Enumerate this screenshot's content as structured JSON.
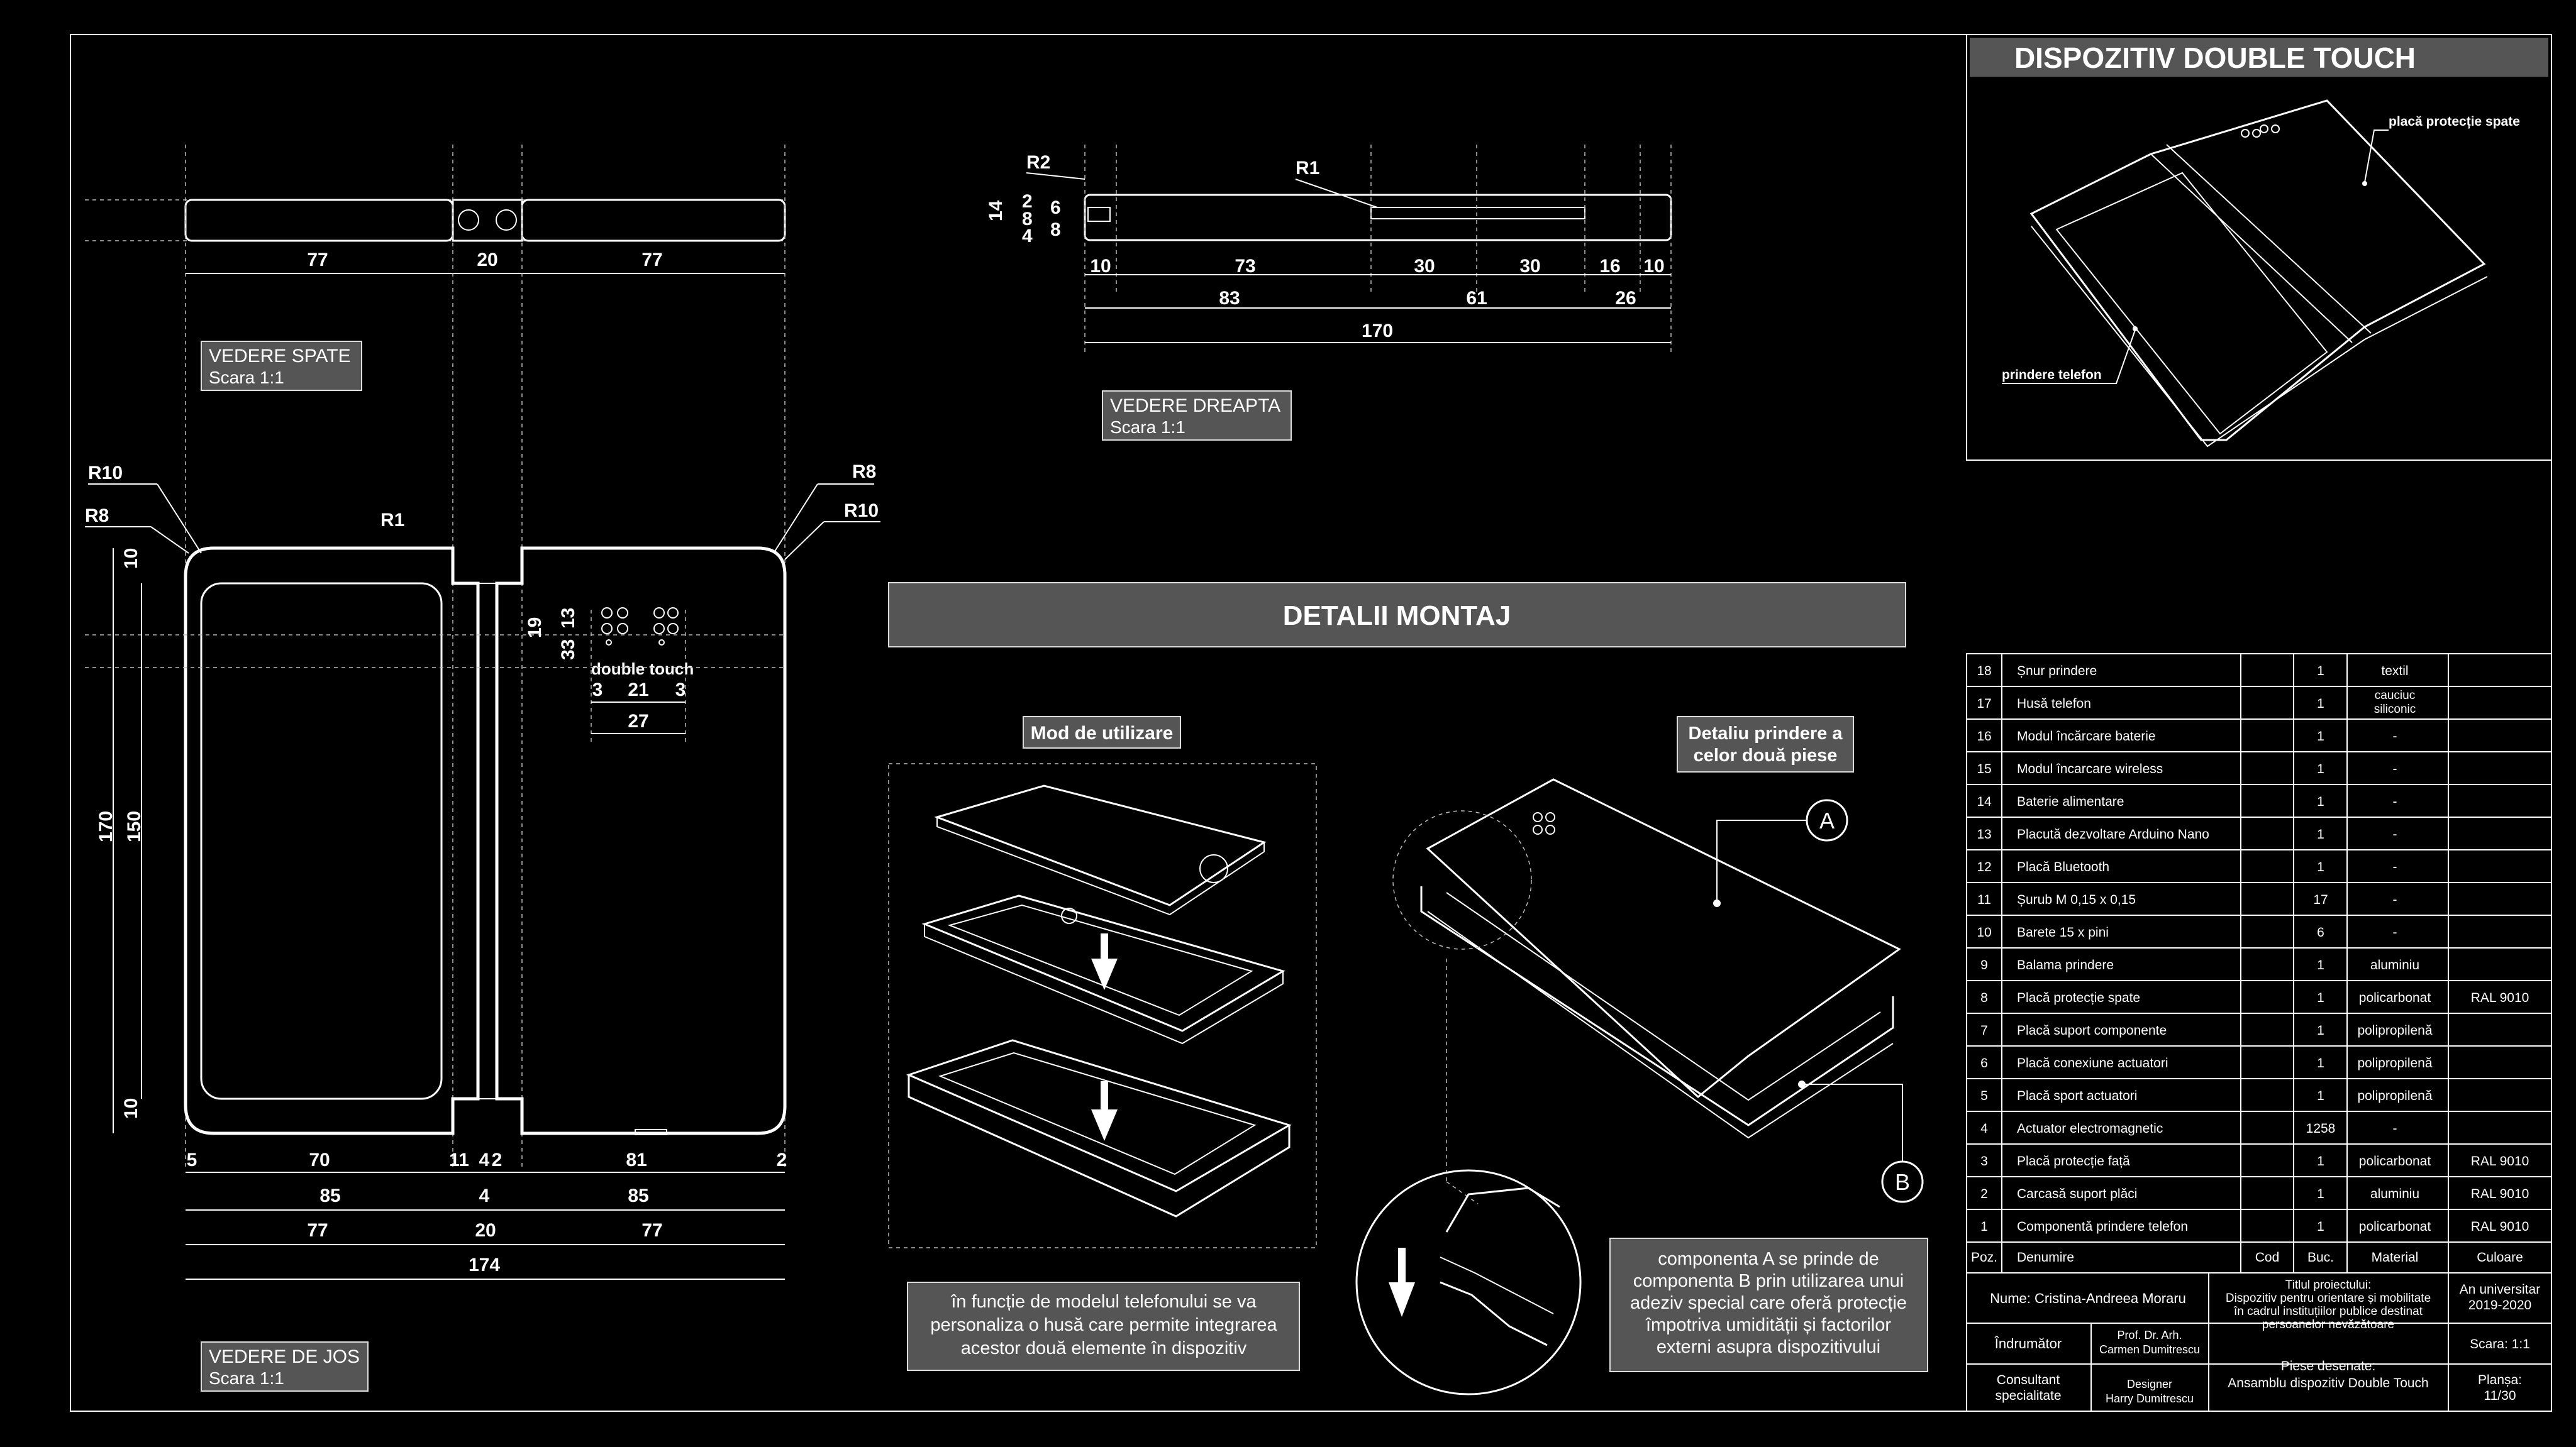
{
  "title_block": {
    "header": "DISPOZITIV DOUBLE TOUCH",
    "iso_labels": {
      "back_plate": "placă protecție spate",
      "phone_mount": "prindere telefon"
    }
  },
  "views": {
    "back_view": {
      "name": "VEDERE SPATE",
      "scale": "Scara 1:1"
    },
    "right_view": {
      "name": "VEDERE DREAPTA",
      "scale": "Scara 1:1"
    },
    "bottom_view": {
      "name": "VEDERE DE JOS",
      "scale": "Scara 1:1"
    }
  },
  "dimensions": {
    "back_top": [
      "77",
      "20",
      "77"
    ],
    "right_r1": "R1",
    "right_r2": "R2",
    "right_vert": [
      "14",
      "4",
      "8",
      "2",
      "8",
      "6"
    ],
    "right_row1": [
      "10",
      "73",
      "30",
      "30",
      "16",
      "10"
    ],
    "right_row2": [
      "83",
      "61",
      "26"
    ],
    "right_total": "170",
    "front_radii": {
      "r10_left": "R10",
      "r8_left": "R8",
      "r1": "R1",
      "r8_right": "R8",
      "r10_right": "R10"
    },
    "front_vert": {
      "v10_top": "10",
      "v170": "170",
      "v150": "150",
      "v10_bottom": "10"
    },
    "logo_dims": {
      "v19": "19",
      "v13": "13",
      "v33": "33",
      "h3a": "3",
      "h21": "21",
      "h3b": "3",
      "h27": "27"
    },
    "logo_text": "double touch",
    "bottom_row1": [
      "5",
      "70",
      "11",
      "4",
      "2",
      "81",
      "2"
    ],
    "bottom_row2": [
      "85",
      "4",
      "85"
    ],
    "bottom_row3": [
      "77",
      "20",
      "77"
    ],
    "bottom_total": "174"
  },
  "montaj": {
    "title": "DETALII MONTAJ",
    "usage_title": "Mod de utilizare",
    "detail_title_1": "Detaliu prindere a",
    "detail_title_2": "celor două piese",
    "callout_a": "A",
    "callout_b": "B",
    "usage_note": [
      "în funcție de modelul telefonului se va",
      "personaliza o husă care permite integrarea",
      "acestor două elemente în dispozitiv"
    ],
    "detail_note": [
      "componenta A se prinde de",
      "componenta B prin utilizarea unui",
      "adeziv special care oferă protecție",
      "împotriva umidității și factorilor",
      "externi asupra dispozitivului"
    ]
  },
  "parts_table": {
    "headers": {
      "poz": "Poz.",
      "name": "Denumire",
      "cod": "Cod",
      "buc": "Buc.",
      "material": "Material",
      "color": "Culoare"
    },
    "rows": [
      {
        "poz": "18",
        "name": "Șnur prindere",
        "buc": "1",
        "material": "textil",
        "color": ""
      },
      {
        "poz": "17",
        "name": "Husă telefon",
        "buc": "1",
        "material": "cauciuc siliconic",
        "color": ""
      },
      {
        "poz": "16",
        "name": "Modul încărcare baterie",
        "buc": "1",
        "material": "-",
        "color": ""
      },
      {
        "poz": "15",
        "name": "Modul încarcare wireless",
        "buc": "1",
        "material": "-",
        "color": ""
      },
      {
        "poz": "14",
        "name": "Baterie alimentare",
        "buc": "1",
        "material": "-",
        "color": ""
      },
      {
        "poz": "13",
        "name": "Placută dezvoltare Arduino Nano",
        "buc": "1",
        "material": "-",
        "color": ""
      },
      {
        "poz": "12",
        "name": "Placă Bluetooth",
        "buc": "1",
        "material": "-",
        "color": ""
      },
      {
        "poz": "11",
        "name": "Șurub M 0,15 x 0,15",
        "buc": "17",
        "material": "-",
        "color": ""
      },
      {
        "poz": "10",
        "name": "Barete 15 x pini",
        "buc": "6",
        "material": "-",
        "color": ""
      },
      {
        "poz": "9",
        "name": "Balama prindere",
        "buc": "1",
        "material": "aluminiu",
        "color": ""
      },
      {
        "poz": "8",
        "name": "Placă protecție spate",
        "buc": "1",
        "material": "policarbonat",
        "color": "RAL 9010"
      },
      {
        "poz": "7",
        "name": "Placă suport componente",
        "buc": "1",
        "material": "polipropilenă",
        "color": ""
      },
      {
        "poz": "6",
        "name": "Placă conexiune actuatori",
        "buc": "1",
        "material": "polipropilenă",
        "color": ""
      },
      {
        "poz": "5",
        "name": "Placă sport actuatori",
        "buc": "1",
        "material": "polipropilenă",
        "color": ""
      },
      {
        "poz": "4",
        "name": "Actuator electromagnetic",
        "buc": "1258",
        "material": "-",
        "color": ""
      },
      {
        "poz": "3",
        "name": "Placă protecție față",
        "buc": "1",
        "material": "policarbonat",
        "color": "RAL 9010"
      },
      {
        "poz": "2",
        "name": "Carcasă suport plăci",
        "buc": "1",
        "material": "aluminiu",
        "color": "RAL 9010"
      },
      {
        "poz": "1",
        "name": "Componentă prindere telefon",
        "buc": "1",
        "material": "policarbonat",
        "color": "RAL 9010"
      }
    ]
  },
  "info_block": {
    "author": "Nume: Cristina-Andreea Moraru",
    "project_title_label": "Titlul proiectului:",
    "project_title": [
      "Dispozitiv pentru orientare și mobilitate",
      "în cadrul instituțiilor publice destinat",
      "persoanelor nevăzătoare"
    ],
    "year_label": "An universitar",
    "year": "2019-2020",
    "coordinator_label": "Îndrumător",
    "coordinator": [
      "Prof. Dr. Arh.",
      "Carmen Dumitrescu"
    ],
    "drawing_label": "Piese desenate:",
    "drawing": "Ansamblu dispozitiv Double Touch",
    "scale": "Scara: 1:1",
    "consultant_label": [
      "Consultant",
      "specialitate"
    ],
    "consultant": [
      "Designer",
      "Harry Dumitrescu"
    ],
    "sheet_label": "Planșa:",
    "sheet": "11/30"
  }
}
